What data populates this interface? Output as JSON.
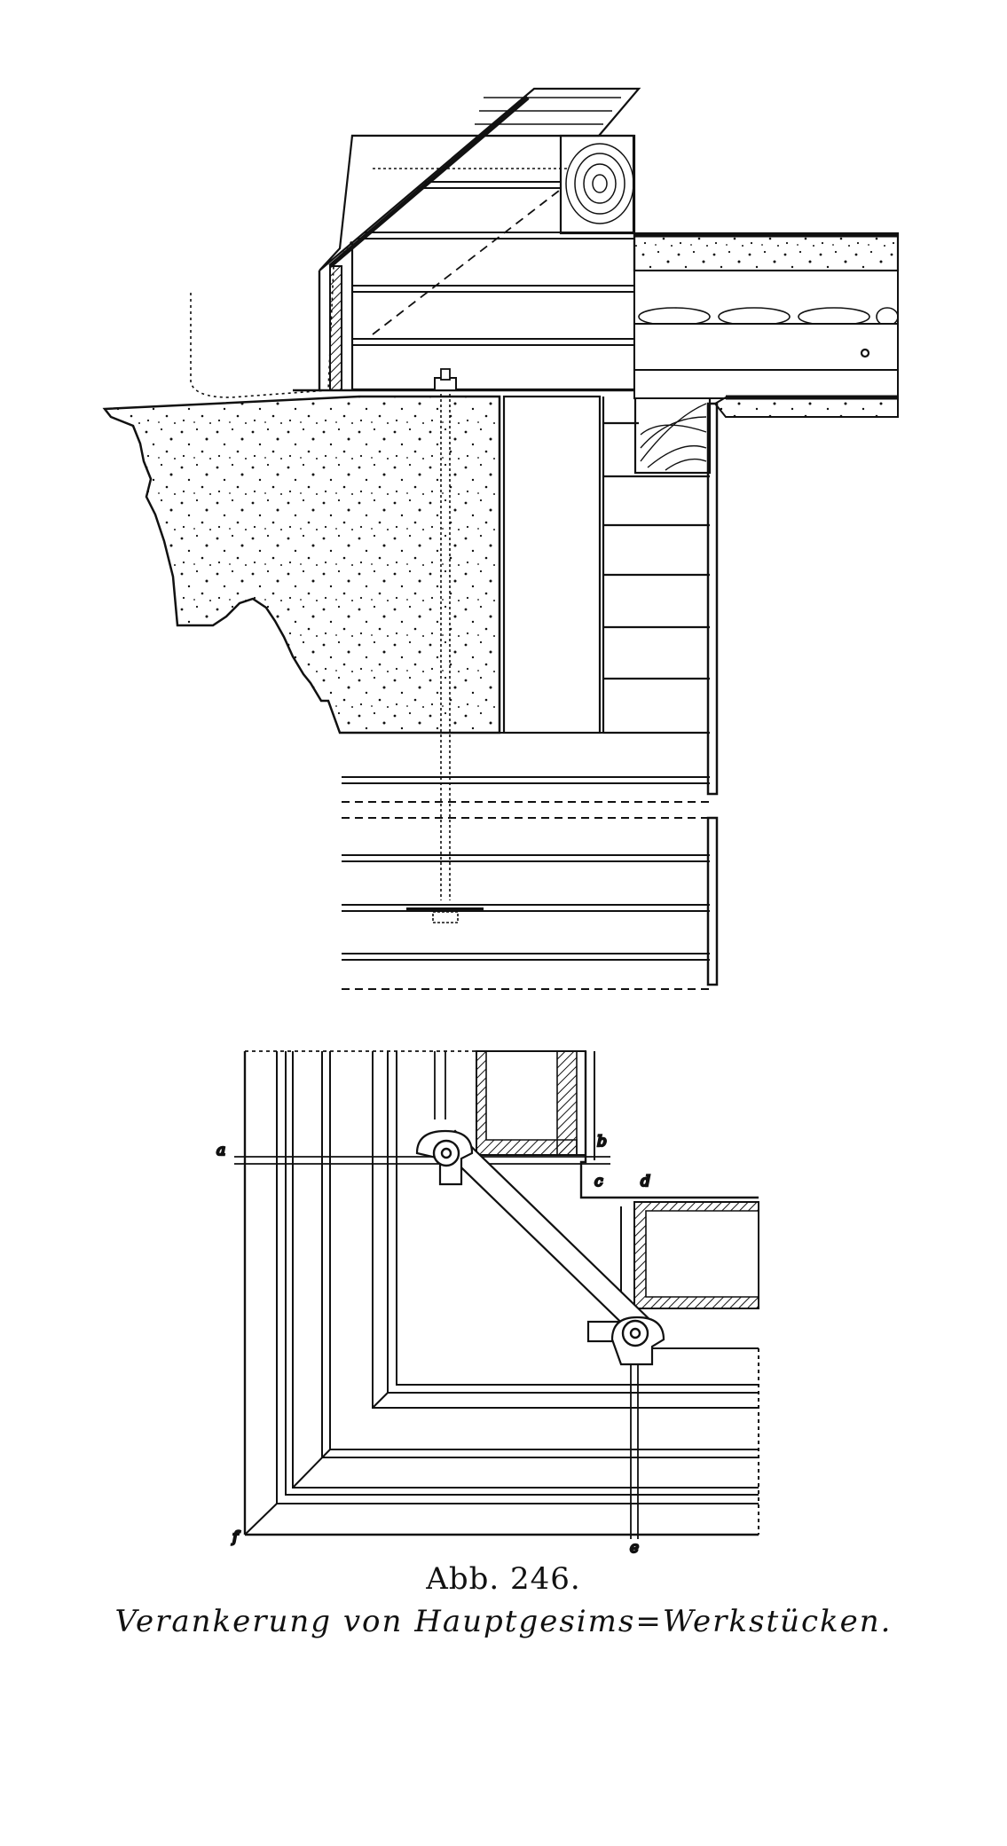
{
  "figure": {
    "caption_number": "Abb. 246.",
    "caption_title": "Verankerung von Hauptgesims=Werkstücken."
  },
  "plan_labels": {
    "a": "a",
    "b": "b",
    "c": "c",
    "d": "d",
    "e": "e",
    "f": "f"
  },
  "colors": {
    "ink": "#111111",
    "paper": "#ffffff"
  }
}
